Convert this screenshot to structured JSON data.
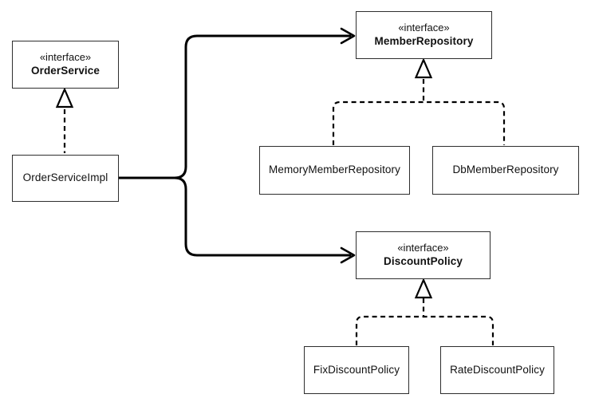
{
  "diagram_type": "uml-class-diagram",
  "nodes": {
    "order_service": {
      "stereotype": "«interface»",
      "name": "OrderService"
    },
    "order_service_impl": {
      "name": "OrderServiceImpl"
    },
    "member_repository": {
      "stereotype": "«interface»",
      "name": "MemberRepository"
    },
    "memory_member_repository": {
      "name": "MemoryMemberRepository"
    },
    "db_member_repository": {
      "name": "DbMemberRepository"
    },
    "discount_policy": {
      "stereotype": "«interface»",
      "name": "DiscountPolicy"
    },
    "fix_discount_policy": {
      "name": "FixDiscountPolicy"
    },
    "rate_discount_policy": {
      "name": "RateDiscountPolicy"
    }
  },
  "edges": [
    {
      "from": "OrderServiceImpl",
      "to": "OrderService",
      "type": "realization-dashed-hollow-triangle"
    },
    {
      "from": "OrderServiceImpl",
      "to": "MemberRepository",
      "type": "dependency-solid-arrow"
    },
    {
      "from": "OrderServiceImpl",
      "to": "DiscountPolicy",
      "type": "dependency-solid-arrow"
    },
    {
      "from": "MemoryMemberRepository",
      "to": "MemberRepository",
      "type": "realization-dashed-hollow-triangle"
    },
    {
      "from": "DbMemberRepository",
      "to": "MemberRepository",
      "type": "realization-dashed-hollow-triangle"
    },
    {
      "from": "FixDiscountPolicy",
      "to": "DiscountPolicy",
      "type": "realization-dashed-hollow-triangle"
    },
    {
      "from": "RateDiscountPolicy",
      "to": "DiscountPolicy",
      "type": "realization-dashed-hollow-triangle"
    }
  ],
  "colors": {
    "background": "#ffffff",
    "line": "#000000",
    "box_border": "#2e2e2e",
    "text": "#111111"
  }
}
